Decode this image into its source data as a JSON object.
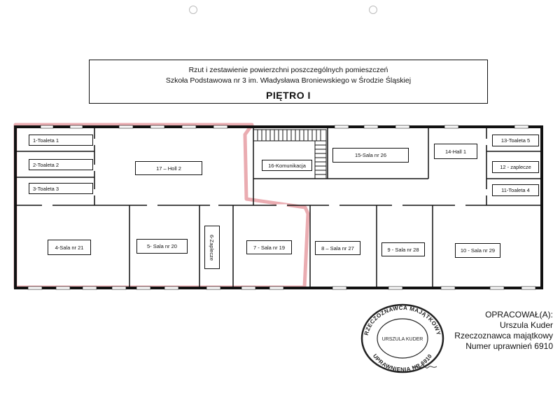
{
  "header": {
    "line1": "Rzut i zestawienie powierzchni poszczególnych pomieszczeń",
    "line2": "Szkoła Podstawowa nr 3 im. Władysława Broniewskiego w Środzie Śląskiej",
    "floor": "PIĘTRO I"
  },
  "rooms": [
    {
      "id": "1",
      "label": "1-Toaleta 1"
    },
    {
      "id": "2",
      "label": "2-Toaleta 2"
    },
    {
      "id": "3",
      "label": "3-Toaleta 3"
    },
    {
      "id": "17",
      "label": "17 – Holl 2"
    },
    {
      "id": "16",
      "label": "16-Komunikacja"
    },
    {
      "id": "15",
      "label": "15-Sala nr 26"
    },
    {
      "id": "14",
      "label": "14-Hall 1"
    },
    {
      "id": "13",
      "label": "13-Toaleta 5"
    },
    {
      "id": "12",
      "label": "12 - zaplecze"
    },
    {
      "id": "11",
      "label": "11-Toaleta 4"
    },
    {
      "id": "4",
      "label": "4-Sala nr 21"
    },
    {
      "id": "5",
      "label": "5- Sala nr 20"
    },
    {
      "id": "6",
      "label": "6-Zaplecze"
    },
    {
      "id": "7",
      "label": "7 - Sala nr 19"
    },
    {
      "id": "8",
      "label": "8 – Sala nr 27"
    },
    {
      "id": "9",
      "label": "9 - Sala nr 28"
    },
    {
      "id": "10",
      "label": "10 - Sala nr 29"
    }
  ],
  "author": {
    "heading": "OPRACOWAŁ(A):",
    "name": "Urszula Kuder",
    "role": "Rzeczoznawca majątkowy",
    "license": "Numer uprawnień 6910"
  },
  "stamp": {
    "ring_top": "RZECZOZNAWCA MAJĄTKOWY",
    "ring_bottom": "UPRAWNIENIA NR 6910",
    "center": "URSZULA KUDER"
  },
  "colors": {
    "walls": "#111111",
    "highlight": "#e8a3a8",
    "background": "#ffffff"
  }
}
